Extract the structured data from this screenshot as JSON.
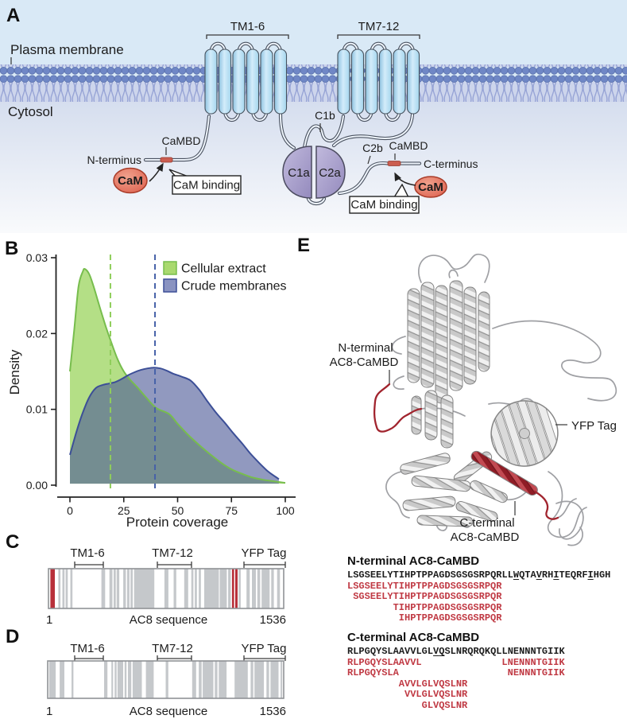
{
  "figure": {
    "panelA": {
      "label": "A",
      "plasma_membrane": "Plasma membrane",
      "cytosol": "Cytosol",
      "tm1_6": "TM1-6",
      "tm7_12": "TM7-12",
      "n_terminus": "N-terminus",
      "c_terminus": "C-terminus",
      "cambd_left": "CaMBD",
      "cambd_right": "CaMBD",
      "cam_left": "CaM",
      "cam_right": "CaM",
      "cam_binding_left": "CaM binding",
      "cam_binding_right": "CaM binding",
      "c1a": "C1a",
      "c2a": "C2a",
      "c1b": "C1b",
      "c2b": "C2b"
    },
    "panelB": {
      "label": "B"
    },
    "panelC": {
      "label": "C",
      "tm1_6": "TM1-6",
      "tm7_12": "TM7-12",
      "yfp_tag": "YFP Tag",
      "start": "1",
      "end": "1536",
      "axis_label": "AC8 sequence",
      "gray_stripes": [
        [
          0.042,
          0.009
        ],
        [
          0.059,
          0.009
        ],
        [
          0.073,
          0.009
        ],
        [
          0.093,
          0.009
        ],
        [
          0.225,
          0.016
        ],
        [
          0.259,
          0.013
        ],
        [
          0.277,
          0.009
        ],
        [
          0.29,
          0.011
        ],
        [
          0.318,
          0.011
        ],
        [
          0.334,
          0.01
        ],
        [
          0.349,
          0.009
        ],
        [
          0.364,
          0.086
        ],
        [
          0.493,
          0.017
        ],
        [
          0.532,
          0.011
        ],
        [
          0.577,
          0.017
        ],
        [
          0.607,
          0.009
        ],
        [
          0.622,
          0.009
        ],
        [
          0.639,
          0.009
        ],
        [
          0.662,
          0.062
        ],
        [
          0.728,
          0.03
        ],
        [
          0.764,
          0.011
        ],
        [
          0.808,
          0.009
        ],
        [
          0.842,
          0.014
        ],
        [
          0.865,
          0.017
        ],
        [
          0.888,
          0.012
        ],
        [
          0.906,
          0.034
        ],
        [
          0.947,
          0.011
        ],
        [
          0.972,
          0.012
        ]
      ],
      "red_stripes": [
        [
          0.008,
          0.019
        ],
        [
          0.78,
          0.009
        ],
        [
          0.794,
          0.01
        ]
      ]
    },
    "panelD": {
      "label": "D",
      "tm1_6": "TM1-6",
      "tm7_12": "TM7-12",
      "yfp_tag": "YFP Tag",
      "start": "1",
      "end": "1536",
      "axis_label": "AC8 sequence",
      "gray_stripes": [
        [
          0.006,
          0.028
        ],
        [
          0.051,
          0.02
        ],
        [
          0.101,
          0.008
        ],
        [
          0.239,
          0.014
        ],
        [
          0.27,
          0.007
        ],
        [
          0.284,
          0.008
        ],
        [
          0.296,
          0.024
        ],
        [
          0.326,
          0.008
        ],
        [
          0.34,
          0.014
        ],
        [
          0.36,
          0.039
        ],
        [
          0.416,
          0.033
        ],
        [
          0.5,
          0.011
        ],
        [
          0.612,
          0.017
        ],
        [
          0.64,
          0.012
        ],
        [
          0.657,
          0.045
        ],
        [
          0.708,
          0.011
        ],
        [
          0.725,
          0.033
        ],
        [
          0.792,
          0.056
        ],
        [
          0.86,
          0.011
        ],
        [
          0.876,
          0.04
        ],
        [
          0.927,
          0.011
        ],
        [
          0.944,
          0.034
        ],
        [
          0.987,
          0.007
        ]
      ],
      "red_stripes": []
    },
    "panelE": {
      "label": "E",
      "n_terminal_label_1": "N-terminal",
      "n_terminal_label_2": "AC8-CaMBD",
      "yfp_label": "YFP Tag",
      "c_terminal_label_1": "C-terminal",
      "c_terminal_label_2": "AC8-CaMBD",
      "n_seq": {
        "header": "N-terminal AC8-CaMBD",
        "parent": "LSGSEELYTIHPTPPAGDSGSGSRPQRLLWQTAVRHITEQRFIHGH",
        "underline_indices": [
          29,
          33,
          36,
          42
        ],
        "peptides": [
          "LSGSEELYTIHPTPPAGDSGSGSRPQR",
          " SGSEELYTIHPTPPAGDSGSGSRPQR",
          "        TIHPTPPAGDSGSGSRPQR",
          "         IHPTPPAGDSGSGSRPQR"
        ]
      },
      "c_seq": {
        "header": "C-terminal AC8-CaMBD",
        "parent": "RLPGQYSLAAVVLGLVQSLNRQRQKQLLNENNNTGIIK",
        "underline_indices": [
          15,
          16
        ],
        "peptides": [
          "RLPGQYSLAAVVL              LNENNNTGIIK",
          "RLPGQYSLA                   NENNNTGIIK",
          "         AVVLGLVQSLNR",
          "          VVLGLVQSLNR",
          "             GLVQSLNR"
        ]
      }
    }
  },
  "chart_data": {
    "type": "area",
    "title": "",
    "xlabel": "Protein coverage",
    "ylabel": "Density",
    "xlim": [
      0,
      100
    ],
    "ylim": [
      0,
      0.03
    ],
    "x_ticks": [
      0,
      25,
      50,
      75,
      100
    ],
    "y_ticks": [
      "0.00",
      "0.01",
      "0.02",
      "0.03"
    ],
    "grid": false,
    "legend_position": "top-right",
    "series": [
      {
        "name": "Cellular extract",
        "legend_fill": "#a9d96f",
        "color_fill": "#b4df86",
        "fill_alpha": 1,
        "color_stroke": "#77bd4d",
        "median_x": 18.8,
        "median_color": "#8fce5a",
        "x": [
          0,
          2,
          4,
          6,
          7,
          9,
          11,
          13,
          15,
          17,
          19,
          22,
          25,
          28,
          31,
          35,
          40,
          46,
          50,
          55,
          60,
          65,
          70,
          75,
          80,
          85,
          90,
          95,
          100
        ],
        "y": [
          0.015,
          0.0205,
          0.0262,
          0.0282,
          0.0285,
          0.0278,
          0.0262,
          0.0243,
          0.0224,
          0.0206,
          0.019,
          0.0167,
          0.015,
          0.0139,
          0.013,
          0.0117,
          0.0102,
          0.0094,
          0.0081,
          0.0066,
          0.0053,
          0.0041,
          0.003,
          0.0021,
          0.0015,
          0.001,
          0.0007,
          0.0005,
          0.0003
        ]
      },
      {
        "name": "Crude membranes",
        "legend_fill": "#8a93c1",
        "color_fill": "#4d5b98",
        "fill_alpha": 0.62,
        "color_stroke": "#3c4f97",
        "median_x": 39.5,
        "median_color": "#4661a8",
        "x": [
          0,
          3,
          6,
          9,
          12,
          15,
          18,
          21,
          24,
          27,
          30,
          33,
          36,
          39,
          42,
          45,
          48,
          52,
          56,
          60,
          64,
          68,
          72,
          76,
          80,
          84,
          88,
          92,
          95,
          97
        ],
        "y": [
          0.004,
          0.007,
          0.0096,
          0.0116,
          0.0128,
          0.0132,
          0.0134,
          0.0136,
          0.014,
          0.0145,
          0.0149,
          0.0152,
          0.0154,
          0.0155,
          0.0154,
          0.0151,
          0.0147,
          0.0143,
          0.0138,
          0.0126,
          0.011,
          0.0095,
          0.0082,
          0.0068,
          0.0055,
          0.0041,
          0.0029,
          0.0018,
          0.0012,
          0.0008
        ]
      }
    ]
  },
  "colors": {
    "red_peptide": "#c03a44",
    "red_stripe": "#b8303a",
    "gray_stripe": "#c5c8cb",
    "dark_red_ribbon": "#a1242e",
    "membrane_head": "#6f87c6",
    "helix_fill": "#aedcf2",
    "purple_domain": "#a69cc9",
    "cam_fill": "#dd5f4d"
  }
}
